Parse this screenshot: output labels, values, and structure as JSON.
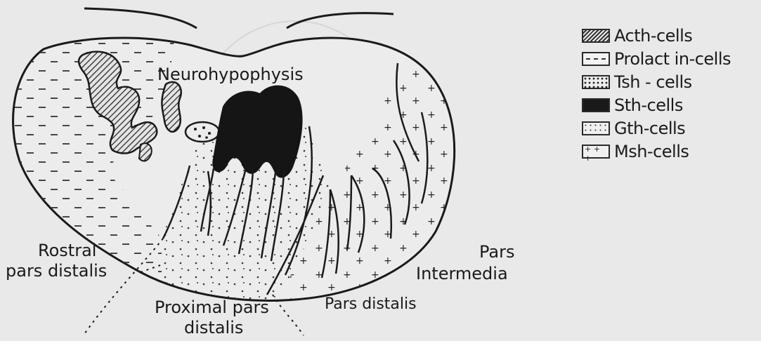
{
  "labels": {
    "neurohypophysis": "Neurohypophysis",
    "rostral_line1": "Rostral",
    "rostral_line2": "pars distalis",
    "proximal_line1": "Proximal pars",
    "proximal_line2": "distalis",
    "intermedia_line1": "Pars",
    "intermedia_line2": "Intermedia",
    "faint_text": "Pars distalis"
  },
  "legend": [
    {
      "pattern": "hatched",
      "label": "Acth-cells"
    },
    {
      "pattern": "dashed",
      "label": "Prolact in-cells"
    },
    {
      "pattern": "dense-dots",
      "label": "Tsh - cells"
    },
    {
      "pattern": "solid-black",
      "label": "Sth-cells"
    },
    {
      "pattern": "sparse-dots",
      "label": "Gth-cells"
    },
    {
      "pattern": "crosses",
      "label": "Msh-cells"
    }
  ],
  "colors": {
    "ink": "#1a1a1a",
    "paper": "#e9e9e9"
  }
}
